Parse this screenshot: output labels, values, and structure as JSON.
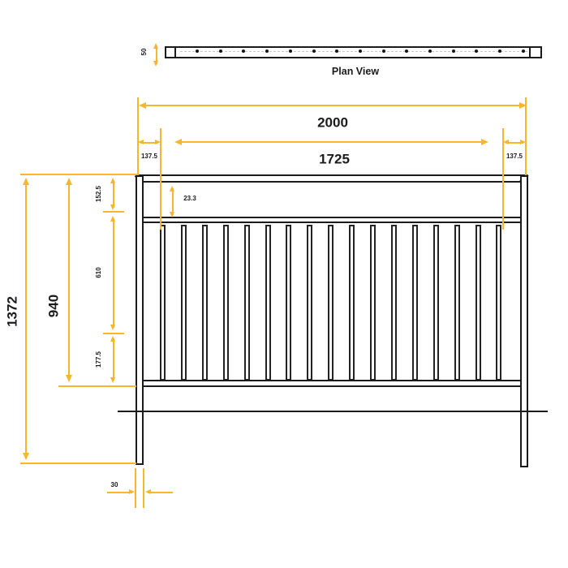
{
  "plan_view": {
    "label": "Plan View",
    "rail_depth": "50",
    "screw_count": 15
  },
  "elevation": {
    "pale_count": 17
  },
  "dimensions": {
    "overall_width": "2000",
    "infill_width": "1725",
    "left_end_spacing": "137.5",
    "right_end_spacing": "137.5",
    "total_height": "1372",
    "panel_height": "940",
    "top_rail_section": "152.5",
    "pale_section": "610",
    "bottom_section": "177.5",
    "rail_detail": "23.3",
    "post_width": "30"
  },
  "colors": {
    "dimension_accent": "#F8B62D",
    "line": "#1B1B1B"
  }
}
